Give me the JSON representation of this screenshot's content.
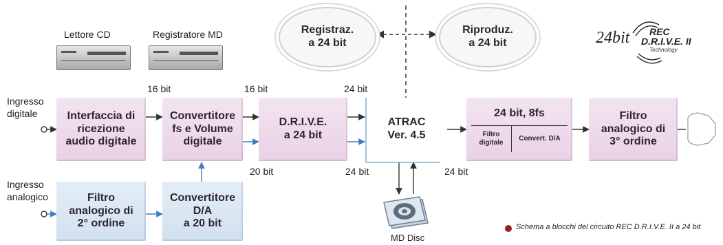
{
  "top": {
    "cd_player": "Lettore CD",
    "md_recorder": "Registratore MD",
    "record_bubble": [
      "Registraz.",
      "a 24 bit"
    ],
    "play_bubble": [
      "Riproduz.",
      "a 24 bit"
    ]
  },
  "logo": {
    "bits": "24bit",
    "rec": "REC",
    "drive": "D.R.I.V.E. II",
    "tech": "Technology"
  },
  "inputs": {
    "digital": [
      "Ingresso",
      "digitale"
    ],
    "analog": [
      "Ingresso",
      "analogico"
    ]
  },
  "blocks": {
    "interface": [
      "Interfaccia di",
      "ricezione",
      "audio digitale"
    ],
    "converter": [
      "Convertitore",
      "fs e Volume",
      "digitale"
    ],
    "drive": [
      "D.R.I.V.E.",
      "a 24 bit"
    ],
    "atrac": [
      "ATRAC",
      "Ver. 4.5"
    ],
    "fs_box": {
      "title": "24 bit, 8fs",
      "left": [
        "Filtro",
        "digitale"
      ],
      "right": "Convert. D/A"
    },
    "filter3": [
      "Filtro",
      "analogico di",
      "3° ordine"
    ],
    "filter2": [
      "Filtro",
      "analogico di",
      "2° ordine"
    ],
    "dac20": [
      "Convertitore",
      "D/A",
      "a 20 bit"
    ]
  },
  "bits": {
    "b16a": "16 bit",
    "b16b": "16 bit",
    "b24top": "24 bit",
    "b20": "20 bit",
    "b24bottom": "24 bit",
    "b24right": "24 bit"
  },
  "md_disc": "MD Disc",
  "caption": "Schema a blocchi del circuito REC D.R.I.V.E. II a 24 bit",
  "colors": {
    "pink_block": "#ecd6ea",
    "blue_block": "#d8e5f2",
    "arrow_dark": "#333333",
    "arrow_blue": "#3f7fbf",
    "caption_dot": "#9b1c2c"
  }
}
